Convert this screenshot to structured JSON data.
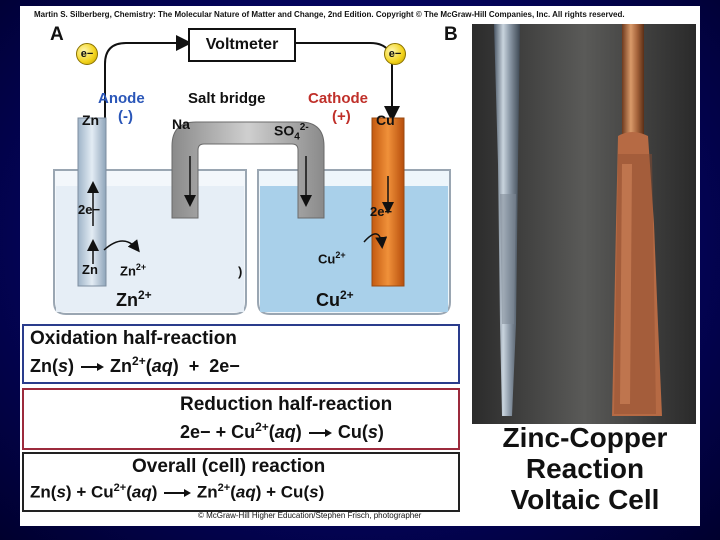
{
  "credits": {
    "top": "Martin S. Silberberg, Chemistry: The Molecular Nature of Matter and Change, 2nd Edition.  Copyright © The McGraw-Hill Companies, Inc. All rights reserved.",
    "bottom": "© McGraw-Hill Higher Education/Stephen Frisch, photographer"
  },
  "panels": {
    "a": "A",
    "b": "B"
  },
  "diagram": {
    "voltmeter": "Voltmeter",
    "electron": "e−",
    "anode": "Anode",
    "anode_sign": "(-)",
    "anode_metal": "Zn",
    "salt_bridge": "Salt bridge",
    "cathode": "Cathode",
    "cathode_sign": "(+)",
    "cathode_metal": "Cu",
    "na": "Na",
    "so4": "SO",
    "so4_sub": "4",
    "so4_sup": "2-",
    "electrons_left": "2e−",
    "electrons_right": "2e−",
    "zn_atom": "Zn",
    "zn_ion": "Zn",
    "zn_ion_sup": "2+",
    "cu_ion": "Cu",
    "cu_ion_sup": "2+",
    "left_solution": "Zn",
    "left_solution_sup": "2+",
    "right_solution": "Cu",
    "right_solution_sup": "2+",
    "stray": ")"
  },
  "reactions": {
    "oxidation": {
      "title": "Oxidation half-reaction",
      "parts": [
        "Zn(",
        "s",
        ")",
        "Zn",
        "2+",
        "(",
        "aq",
        ")",
        "+",
        "2e−"
      ]
    },
    "reduction": {
      "title": "Reduction half-reaction",
      "parts": [
        "2e−",
        "+",
        "Cu",
        "2+",
        "(",
        "aq",
        ")",
        "Cu(",
        "s",
        ")"
      ]
    },
    "overall": {
      "title": "Overall (cell) reaction",
      "parts": [
        "Zn(",
        "s",
        ")",
        "+",
        "Cu",
        "2+",
        "(",
        "aq",
        ")",
        "Zn",
        "2+",
        "(",
        "aq",
        ")",
        "+",
        "Cu(",
        "s",
        ")"
      ]
    }
  },
  "photo_title": [
    "Zinc-Copper",
    "Reaction",
    "Voltaic Cell"
  ],
  "colors": {
    "oxidation_border": "#2a3c8c",
    "reduction_border": "#9c2a3c",
    "overall_border": "#222222",
    "anode_blue": "#2a56b8",
    "cathode_red": "#c0302a"
  }
}
